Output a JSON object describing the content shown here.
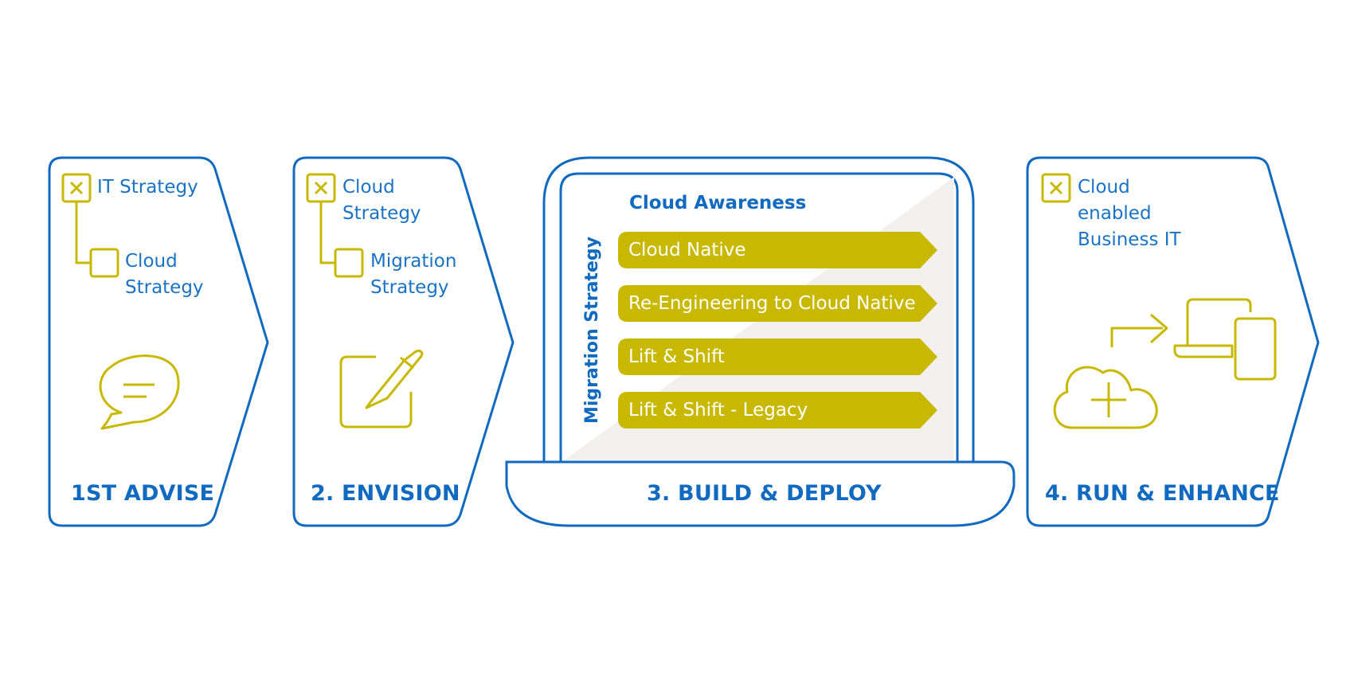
{
  "colors": {
    "blue": "#0f6ac0",
    "olive": "#c8b800",
    "panel": "#f2f1ef"
  },
  "stages": [
    {
      "title": "1ST ADVISE",
      "top_item": "IT Strategy",
      "sub_item_line1": "Cloud",
      "sub_item_line2": "Strategy",
      "icon": "speech-bubble-icon"
    },
    {
      "title": "2. ENVISION",
      "top_item_line1": "Cloud",
      "top_item_line2": "Strategy",
      "sub_item_line1": "Migration",
      "sub_item_line2": "Strategy",
      "icon": "pencil-edit-icon"
    },
    {
      "title": "3. BUILD & DEPLOY",
      "header": "Cloud Awareness",
      "vertical_label": "Migration Strategy",
      "ribbons": [
        "Cloud Native",
        "Re-Engineering to Cloud Native",
        "Lift & Shift",
        "Lift & Shift - Legacy"
      ],
      "icon": "laptop-icon"
    },
    {
      "title": "4. RUN & ENHANCE",
      "top_item_line1": "Cloud",
      "top_item_line2": "enabled",
      "top_item_line3": "Business IT",
      "icon": "cloud-to-devices-icon"
    }
  ]
}
